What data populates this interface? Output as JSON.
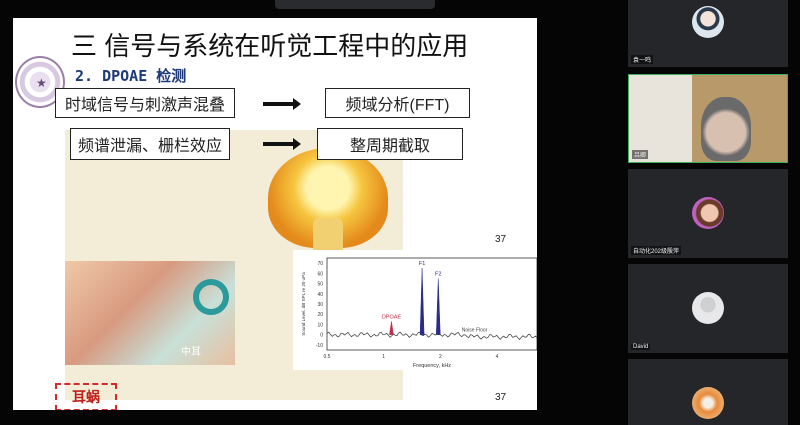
{
  "slide": {
    "title": "三  信号与系统在听觉工程中的应用",
    "logo_text": "清华大学",
    "subtitle": "2. DPOAE 检测",
    "rows": [
      {
        "left": "时域信号与刺激声混叠",
        "right": "频域分析(FFT)"
      },
      {
        "left": "频谱泄漏、栅栏效应",
        "right": "整周期截取"
      }
    ],
    "page_number_1": "37",
    "page_number_2": "37",
    "middle_ear_label": "中耳",
    "cochlea_label": "耳蜗"
  },
  "chart_data": {
    "type": "line",
    "xlabel": "Frequency, kHz",
    "ylabel": "Sound Level, dB SPL re 20 uPa",
    "x_ticks": [
      "0.5",
      "1",
      "2",
      "4"
    ],
    "y_ticks": [
      -10,
      0,
      10,
      20,
      30,
      40,
      50,
      60,
      70
    ],
    "ylim": [
      -15,
      75
    ],
    "noise_floor_db": 0,
    "peaks": [
      {
        "label": "DPOAE",
        "freq_khz": 1.1,
        "level_db": 13,
        "color": "#c0304a"
      },
      {
        "label": "F1",
        "freq_khz": 1.6,
        "level_db": 65,
        "color": "#2a2a8a"
      },
      {
        "label": "F2",
        "freq_khz": 1.95,
        "level_db": 55,
        "color": "#2a2a8a"
      }
    ],
    "annotations": [
      "Noise Floor"
    ]
  },
  "participants": [
    {
      "name": "袁一鸣"
    },
    {
      "name": "吕卿"
    },
    {
      "name": "自动化202级殷萍"
    },
    {
      "name": "David"
    },
    {
      "name": ""
    }
  ]
}
